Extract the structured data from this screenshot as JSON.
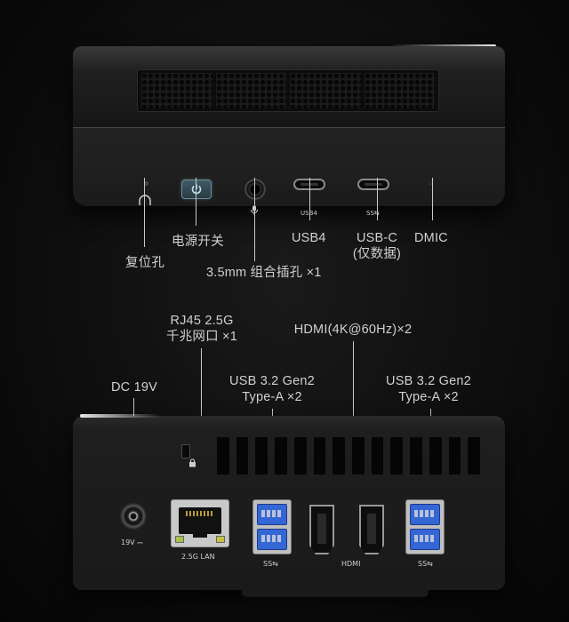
{
  "top_device": {
    "labels": {
      "reset": "复位孔",
      "power": "电源开关",
      "audio": "3.5mm 组合插孔 ×1",
      "usb4": "USB4",
      "usbc_line1": "USB-C",
      "usbc_line2": "(仅数据)",
      "dmic": "DMIC"
    },
    "port_marks": {
      "usb4": "USB4",
      "usbc": "SS⇆"
    },
    "icons": [
      "headset-icon",
      "power-icon",
      "microphone-icon",
      "reset-icon"
    ]
  },
  "bottom_device": {
    "labels": {
      "rj45_line1": "RJ45 2.5G",
      "rj45_line2": "千兆网口 ×1",
      "hdmi": "HDMI(4K@60Hz)×2",
      "dc": "DC 19V",
      "usb_left_line1": "USB 3.2 Gen2",
      "usb_left_line2": "Type-A ×2",
      "usb_right_line1": "USB 3.2 Gen2",
      "usb_right_line2": "Type-A ×2"
    },
    "port_marks": {
      "dc": "19V ⎓",
      "lan": "2.5G LAN",
      "usb_left": "SS⇆",
      "hdmi": "HDMI",
      "usb_right": "SS⇆"
    },
    "icons": [
      "lock-icon"
    ]
  },
  "colors": {
    "background": "#0b0b0b",
    "device_body": "#1e1e1e",
    "usb_blue": "#3566d6",
    "power_button": "#405a66",
    "label_text": "#d0d0d0"
  }
}
